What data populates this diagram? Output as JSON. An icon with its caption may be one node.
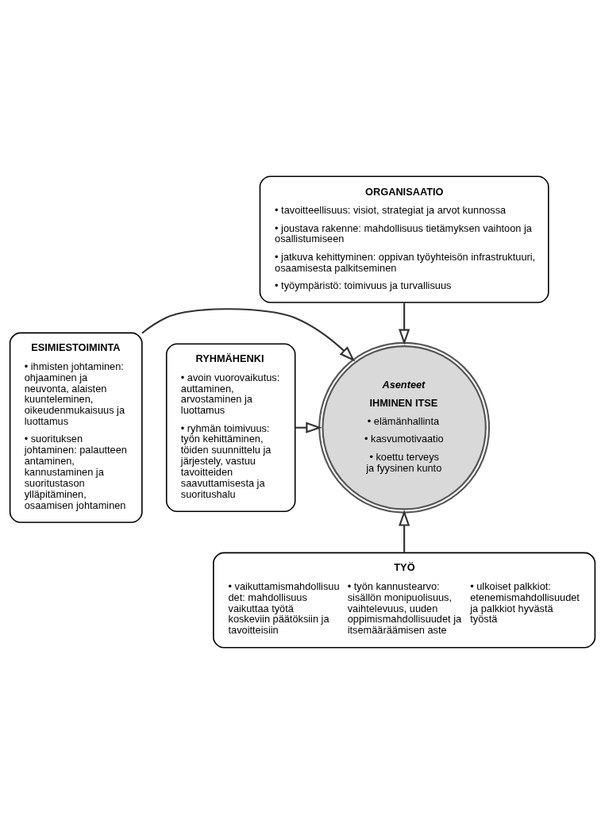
{
  "diagram": {
    "nodes": [
      {
        "text": [
          "ORGANISAATIO",
          "• tavoitteellisuus: visiot, strategiat ja arvot kunnossa",
          "• joustava rakenne: mahdollisuus tietämyksen vaihtoon ja osallistumiseen",
          "• jatkuva kehittyminen: oppivan työyhteisön infrastruktuuri, osaamisesta palkitseminen",
          "• työympäristö: toimivuus ja turvallisuus"
        ]
      },
      {
        "text": [
          "ESIMIESTOIMINTA",
          "• ihmisten johtaminen: ohjaaminen ja neuvonta, alaisten kuunteleminen, oikeudenmukaisuus ja luottamus",
          "• suorituksen johtaminen: palautteen antaminen, kannustaminen ja suoritustason ylläpitäminen, osaamisen johtaminen"
        ]
      },
      {
        "text": [
          "Asenteet",
          "IHMINEN ITSE",
          "• elämänhallinta",
          "• kasvumotivaatio",
          "• koettu terveys ja fyysinen kunto"
        ]
      },
      {
        "text": [
          "RYHMÄHENKI",
          "• avoin vuorovaikutus: auttaminen, arvostaminen ja luottamus",
          "• ryhmän toimivuus: työn kehittäminen, töiden suunnittelu ja järjestely, vastuu tavoitteiden saavuttamisesta ja suoritushalu"
        ]
      },
      {
        "text": [
          "TYÖ",
          "• vaikuttamismahdollisuudet: mahdollisuus vaikuttaa työtä koskeviin päätöksiin ja tavoitteisiin",
          "• työn kannustearvo: sisällön monipuolisuus, vaihtelevuus, uuden oppimismahdollisuudet ja itsemääräämisen aste",
          "• ulkoiset palkkiot: etenemismahdollisuudet ja palkkiot hyvästä työstä"
        ]
      }
    ],
    "edges": [
      {
        "from": 0,
        "to": 2,
        "arrow": "to"
      },
      {
        "from": 1,
        "to": 2,
        "arrow": "to"
      },
      {
        "from": 3,
        "to": 2,
        "arrow": "to"
      },
      {
        "from": 4,
        "to": 2,
        "arrow": "to"
      }
    ]
  }
}
